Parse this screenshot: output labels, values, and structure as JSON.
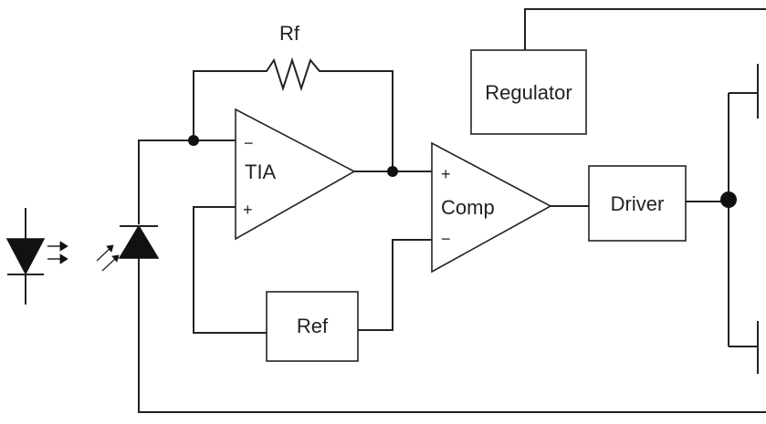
{
  "labels": {
    "rf": "Rf",
    "tia": "TIA",
    "comp": "Comp",
    "regulator": "Regulator",
    "driver": "Driver",
    "ref": "Ref"
  },
  "signs": {
    "tia_minus": "−",
    "tia_plus": "+",
    "comp_plus": "+",
    "comp_minus": "−"
  }
}
